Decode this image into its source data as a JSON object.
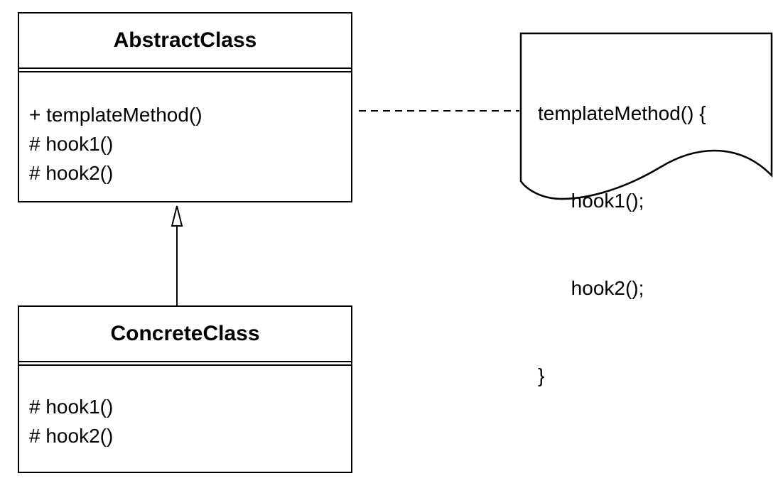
{
  "abstract_class": {
    "name": "AbstractClass",
    "members": [
      "+ templateMethod()",
      "# hook1()",
      "# hook2()"
    ]
  },
  "concrete_class": {
    "name": "ConcreteClass",
    "members": [
      "# hook1()",
      "# hook2()"
    ]
  },
  "note": {
    "lines": [
      "templateMethod() {",
      "      hook1();",
      "      hook2();",
      "}"
    ]
  }
}
